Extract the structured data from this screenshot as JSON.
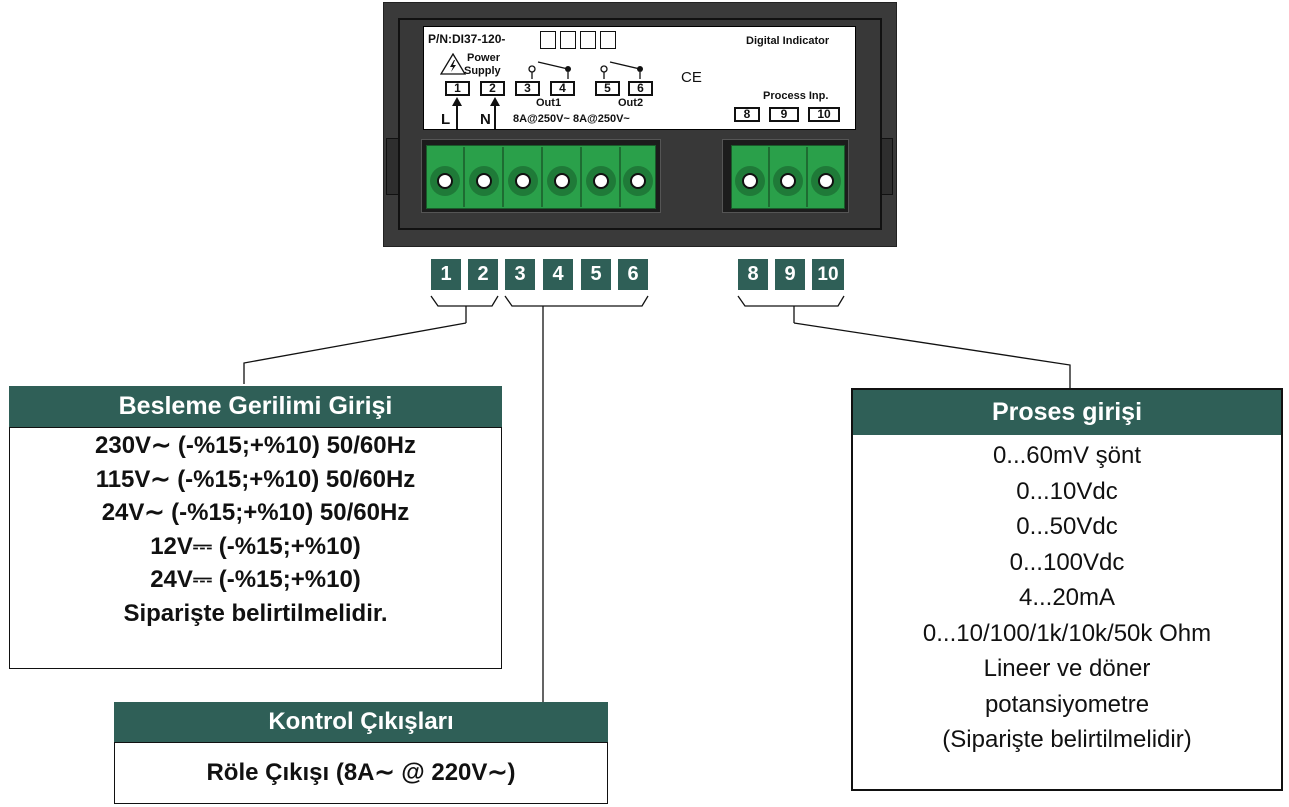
{
  "device": {
    "part_number": "P/N:DI37-120-",
    "title": "Digital Indicator",
    "power_label": "Power",
    "supply_label": "Supply",
    "out1_label": "Out1",
    "out2_label": "Out2",
    "rating_label": "8A@250V~ 8A@250V~",
    "process_label": "Process Inp.",
    "line_label": "L",
    "neutral_label": "N",
    "terminal_labels": [
      "1",
      "2",
      "3",
      "4",
      "5",
      "6",
      "8",
      "9",
      "10"
    ],
    "ce_mark": "CE",
    "warning_icon": "high-voltage-warning-icon"
  },
  "terminals": [
    "1",
    "2",
    "3",
    "4",
    "5",
    "6",
    "8",
    "9",
    "10"
  ],
  "power_box": {
    "title": "Besleme Gerilimi Girişi",
    "lines": [
      "230V∼ (-%15;+%10) 50/60Hz",
      "115V∼ (-%15;+%10) 50/60Hz",
      "24V∼ (-%15;+%10) 50/60Hz",
      "12V⎓ (-%15;+%10)",
      "24V⎓ (-%15;+%10)",
      "Siparişte belirtilmelidir."
    ]
  },
  "control_box": {
    "title": "Kontrol Çıkışları",
    "lines": [
      "Röle Çıkışı (8A∼ @ 220V∼)"
    ]
  },
  "process_box": {
    "title": "Proses girişi",
    "lines": [
      "0...60mV şönt",
      "0...10Vdc",
      "0...50Vdc",
      "0...100Vdc",
      "4...20mA",
      "0...10/100/1k/10k/50k Ohm",
      "Lineer ve döner",
      "potansiyometre",
      "(Siparişte belirtilmelidir)"
    ]
  },
  "colors": {
    "header_green": "#2f5f57",
    "connector_green": "#2aa04a",
    "device_gray": "#3a3a3a"
  }
}
